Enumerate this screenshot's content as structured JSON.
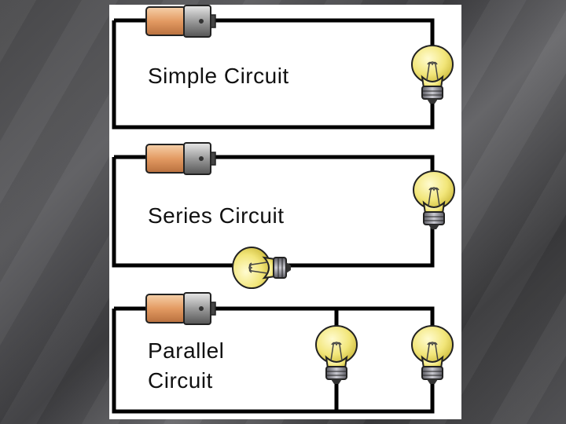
{
  "circuits": {
    "simple": {
      "label": "Simple Circuit"
    },
    "series": {
      "label": "Series Circuit"
    },
    "parallel": {
      "label_line1": "Parallel",
      "label_line2": "Circuit"
    }
  },
  "colors": {
    "wire": "#000000",
    "battery_body": "#e7a877",
    "battery_cap": "#8c8c8c",
    "bulb_glass": "#f3ea86",
    "bulb_base": "#7a7a82"
  },
  "icons": [
    "battery-icon",
    "light-bulb-icon"
  ]
}
